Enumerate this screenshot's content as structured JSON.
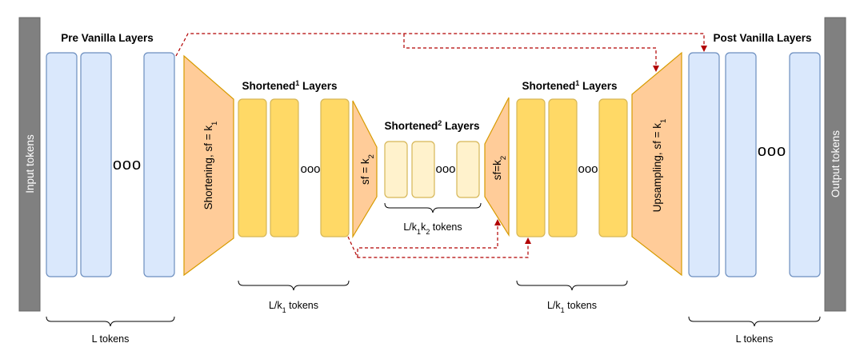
{
  "input_bar": {
    "label": "Input tokens"
  },
  "output_bar": {
    "label": "Output tokens"
  },
  "pre_vanilla": {
    "title": "Pre Vanilla Layers",
    "ellipsis": "ooo",
    "tokens": "L tokens"
  },
  "shortening": {
    "label": "Shortening, sf = k",
    "sub": "1"
  },
  "shortened1_left": {
    "title": "Shortened",
    "sup": "1",
    "title_suffix": " Layers",
    "ellipsis": "ooo",
    "tokens_prefix": "L/k",
    "tokens_sub": "1",
    "tokens_suffix": " tokens"
  },
  "sf_k2_left": {
    "label": "sf = k",
    "sub": "2"
  },
  "shortened2": {
    "title": "Shortened",
    "sup": "2",
    "title_suffix": " Layers",
    "ellipsis": "ooo",
    "tokens_prefix": "L/k",
    "tokens_sub1": "1",
    "tokens_mid": "k",
    "tokens_sub2": "2",
    "tokens_suffix": " tokens"
  },
  "sf_k2_right": {
    "label": "sf=k",
    "sub": "2"
  },
  "shortened1_right": {
    "title": "Shortened",
    "sup": "1",
    "title_suffix": " Layers",
    "ellipsis": "ooo",
    "tokens_prefix": "L/k",
    "tokens_sub": "1",
    "tokens_suffix": " tokens"
  },
  "upsampling": {
    "label": "Upsampling, sf = k",
    "sub": "1"
  },
  "post_vanilla": {
    "title": "Post Vanilla Layers",
    "ellipsis": "ooo",
    "tokens": "L tokens"
  },
  "colors": {
    "vanilla_fill": "#dae8fc",
    "vanilla_stroke": "#6c8ebf",
    "shortened1_fill": "#ffd966",
    "shortened1_stroke": "#d6b656",
    "shortened2_fill": "#fff2cc",
    "shortened2_stroke": "#d6b656",
    "trapezoid_fill": "#ffcc99",
    "trapezoid_stroke": "#d79b00",
    "bar_fill": "#808080",
    "arrow": "#b20000"
  }
}
